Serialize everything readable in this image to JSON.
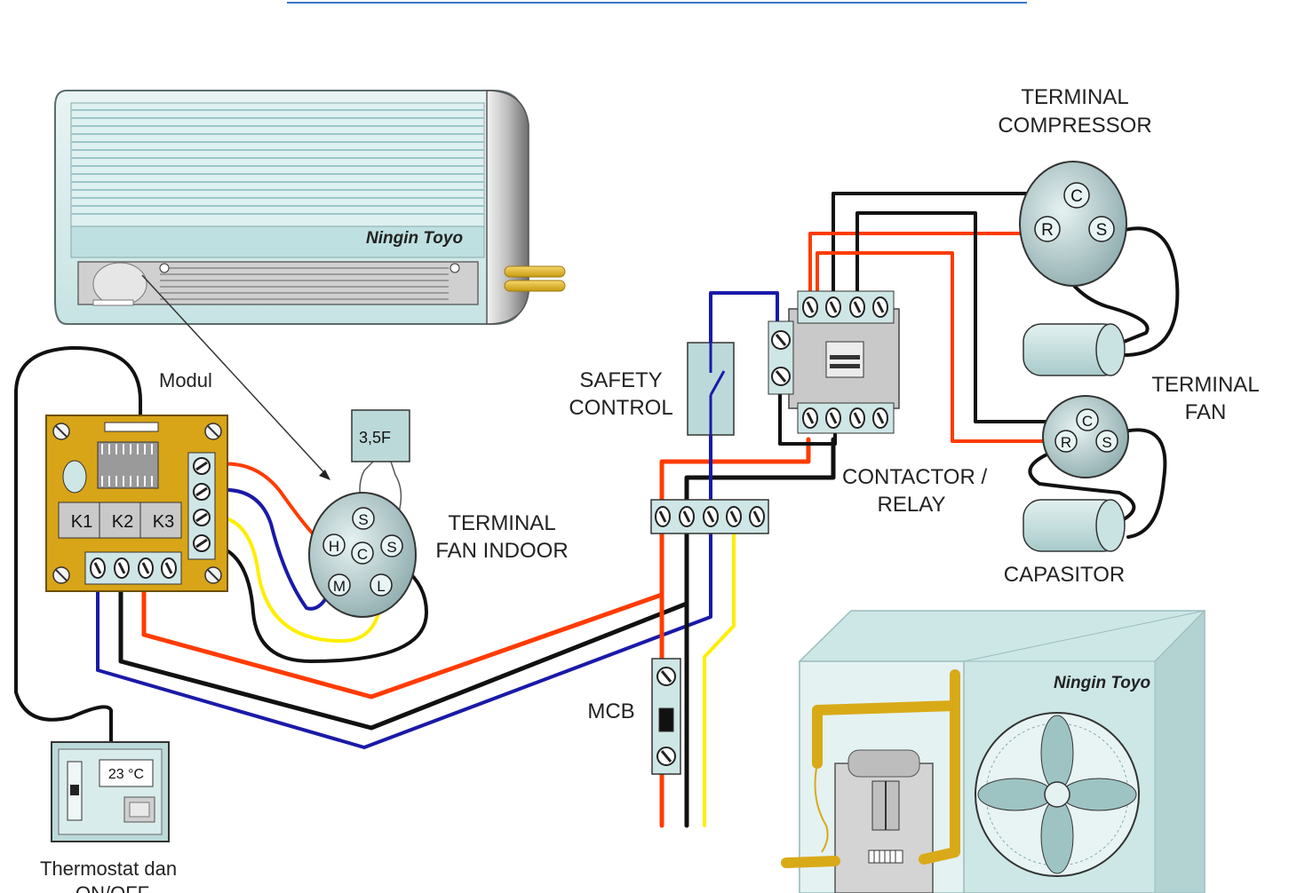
{
  "indoor_unit": {
    "brand": "Ningin Toyo"
  },
  "outdoor_unit": {
    "brand": "Ningin Toyo"
  },
  "labels": {
    "modul": "Modul",
    "capacitor_small": "3,5F",
    "terminal_fan_indoor": [
      "TERMINAL",
      "FAN INDOOR"
    ],
    "safety_control": [
      "SAFETY",
      "CONTROL"
    ],
    "contactor_relay": [
      "CONTACTOR  /",
      "RELAY"
    ],
    "terminal_compressor": [
      "TERMINAL",
      "COMPRESSOR"
    ],
    "terminal_fan": [
      "TERMINAL",
      "FAN"
    ],
    "capasitor": "CAPASITOR",
    "mcb": "MCB",
    "thermostat": [
      "Thermostat  dan",
      "ON/OFF"
    ]
  },
  "module_board": {
    "relays": [
      "K1",
      "K2",
      "K3"
    ]
  },
  "thermostat_display": "23 °C",
  "fan_indoor_terminal": [
    "S",
    "H",
    "C",
    "S",
    "M",
    "L"
  ],
  "compressor_terminal": [
    "C",
    "R",
    "S"
  ],
  "fan_outdoor_terminal": [
    "C",
    "R",
    "S"
  ],
  "wire_colors": {
    "red": "#ff3b00",
    "blue": "#1a1aa8",
    "black": "#111111",
    "yellow": "#ffee00"
  }
}
